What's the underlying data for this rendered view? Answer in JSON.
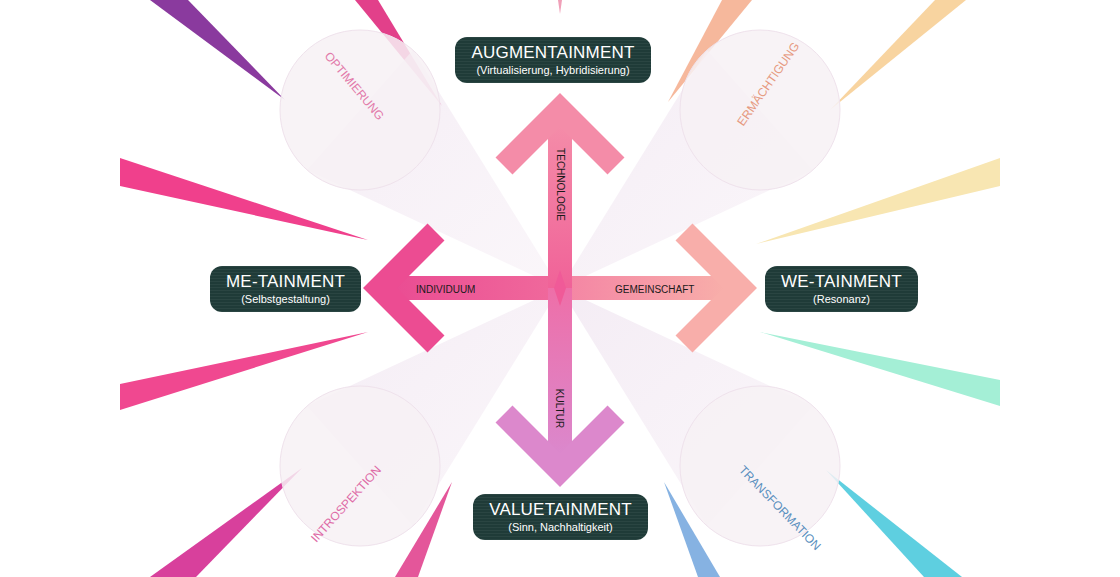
{
  "diagram": {
    "nodes": [
      {
        "text": [
          "AUGMENTAINMENT",
          "(Virtualisierung, Hybridisierung)"
        ]
      },
      {
        "text": [
          "ME-TAINMENT",
          "(Selbstgestaltung)"
        ]
      },
      {
        "text": [
          "WE-TAINMENT",
          "(Resonanz)"
        ]
      },
      {
        "text": [
          "VALUETAINMENT",
          "(Sinn, Nachhaltigkeit)"
        ]
      }
    ],
    "labels": [
      "OPTIMIERUNG",
      "ERMÄCHTIGUNG",
      "TECHNOLOGIE",
      "INDIVIDUUM",
      "GEMEINSCHAFT",
      "KULTUR",
      "INTROSPEKTION",
      "TRANSFORMATION"
    ]
  }
}
